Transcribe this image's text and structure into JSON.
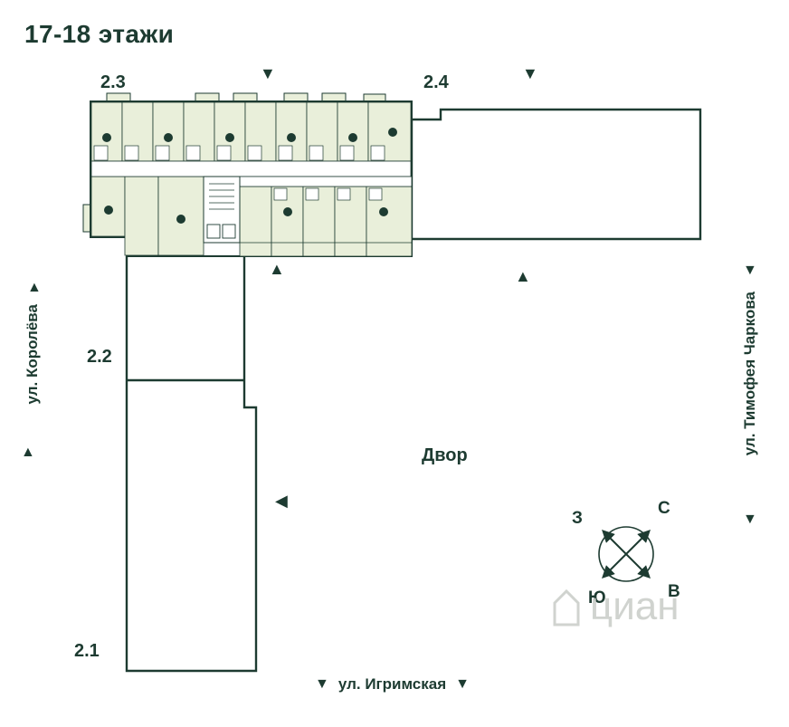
{
  "title": "17-18 этажи",
  "sections": {
    "s21": {
      "label": "2.1"
    },
    "s22": {
      "label": "2.2"
    },
    "s23": {
      "label": "2.3"
    },
    "s24": {
      "label": "2.4"
    }
  },
  "courtyard": {
    "label": "Двор"
  },
  "streets": {
    "left": {
      "name": "ул. Королёва"
    },
    "right": {
      "name": "ул. Тимофея Чаркова"
    },
    "bottom": {
      "name": "ул. Игримская"
    }
  },
  "compass": {
    "north": "С",
    "south": "Ю",
    "west": "З",
    "east": "В"
  },
  "watermark": {
    "text": "циан"
  },
  "arrows": {
    "up": "▲",
    "down": "▼",
    "left": "◀"
  },
  "colors": {
    "ink": "#1d3b31",
    "apartment_fill": "#e9efda",
    "watermark_gray": "#c5c9c4"
  }
}
